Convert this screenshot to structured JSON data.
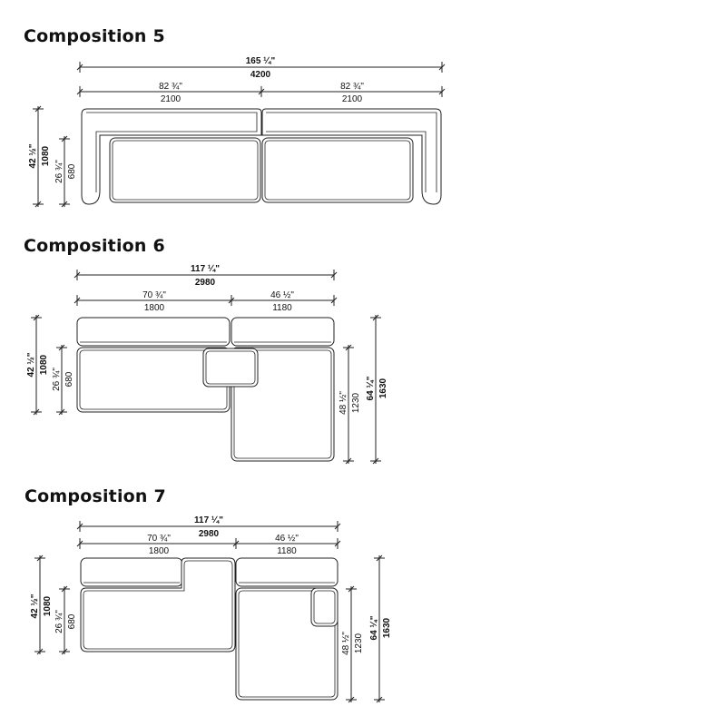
{
  "compositions": [
    {
      "title": "Composition 5",
      "total_width": {
        "in": "165 ¼\"",
        "mm": "4200"
      },
      "modules": [
        {
          "in": "82 ¾\"",
          "mm": "2100"
        },
        {
          "in": "82 ¾\"",
          "mm": "2100"
        }
      ],
      "depth": {
        "in": "42 ½\"",
        "mm": "1080"
      },
      "seat_depth": {
        "in": "26 ¾\"",
        "mm": "680"
      }
    },
    {
      "title": "Composition 6",
      "total_width": {
        "in": "117 ¼\"",
        "mm": "2980"
      },
      "modules": [
        {
          "in": "70 ¾\"",
          "mm": "1800"
        },
        {
          "in": "46 ½\"",
          "mm": "1180"
        }
      ],
      "depth": {
        "in": "42 ½\"",
        "mm": "1080"
      },
      "seat_depth": {
        "in": "26 ¾\"",
        "mm": "680"
      },
      "chaise_depth": {
        "in": "48 ½\"",
        "mm": "1230"
      },
      "total_depth": {
        "in": "64 ¼\"",
        "mm": "1630"
      }
    },
    {
      "title": "Composition 7",
      "total_width": {
        "in": "117 ¼\"",
        "mm": "2980"
      },
      "modules": [
        {
          "in": "70 ¾\"",
          "mm": "1800"
        },
        {
          "in": "46 ½\"",
          "mm": "1180"
        }
      ],
      "depth": {
        "in": "42 ½\"",
        "mm": "1080"
      },
      "seat_depth": {
        "in": "26 ¾\"",
        "mm": "680"
      },
      "chaise_depth": {
        "in": "48 ½\"",
        "mm": "1230"
      },
      "total_depth": {
        "in": "64 ¼\"",
        "mm": "1630"
      }
    }
  ]
}
